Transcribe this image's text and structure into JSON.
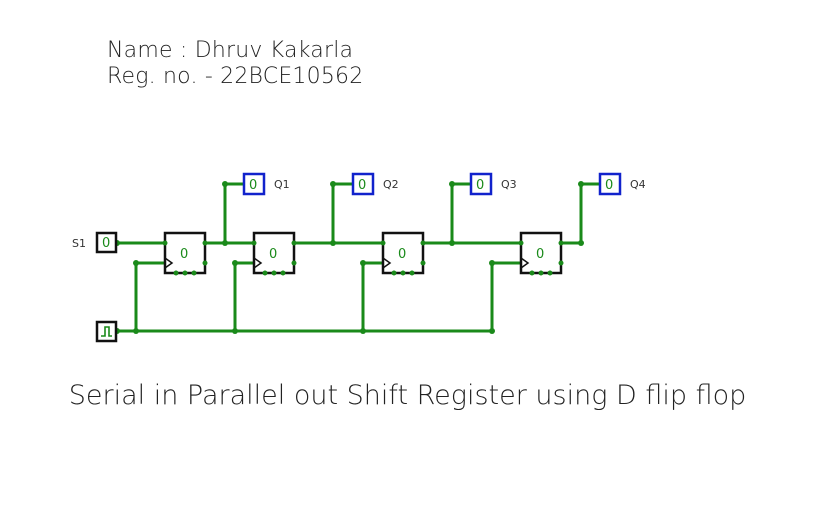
{
  "header": {
    "name_line": "Name : Dhruv Kakarla",
    "reg_line": "Reg. no. - 22BCE10562"
  },
  "caption": "Serial in Parallel out Shift Register using D flip flop",
  "input": {
    "label": "S1",
    "value": "0"
  },
  "clock": {
    "icon": "square-wave-icon"
  },
  "flip_flops": [
    {
      "value": "0"
    },
    {
      "value": "0"
    },
    {
      "value": "0"
    },
    {
      "value": "0"
    }
  ],
  "outputs": [
    {
      "label": "Q1",
      "value": "0"
    },
    {
      "label": "Q2",
      "value": "0"
    },
    {
      "label": "Q3",
      "value": "0"
    },
    {
      "label": "Q4",
      "value": "0"
    }
  ],
  "colors": {
    "wire": "#1a8a1a",
    "output_border": "#1122cc",
    "component_border": "#111111"
  }
}
